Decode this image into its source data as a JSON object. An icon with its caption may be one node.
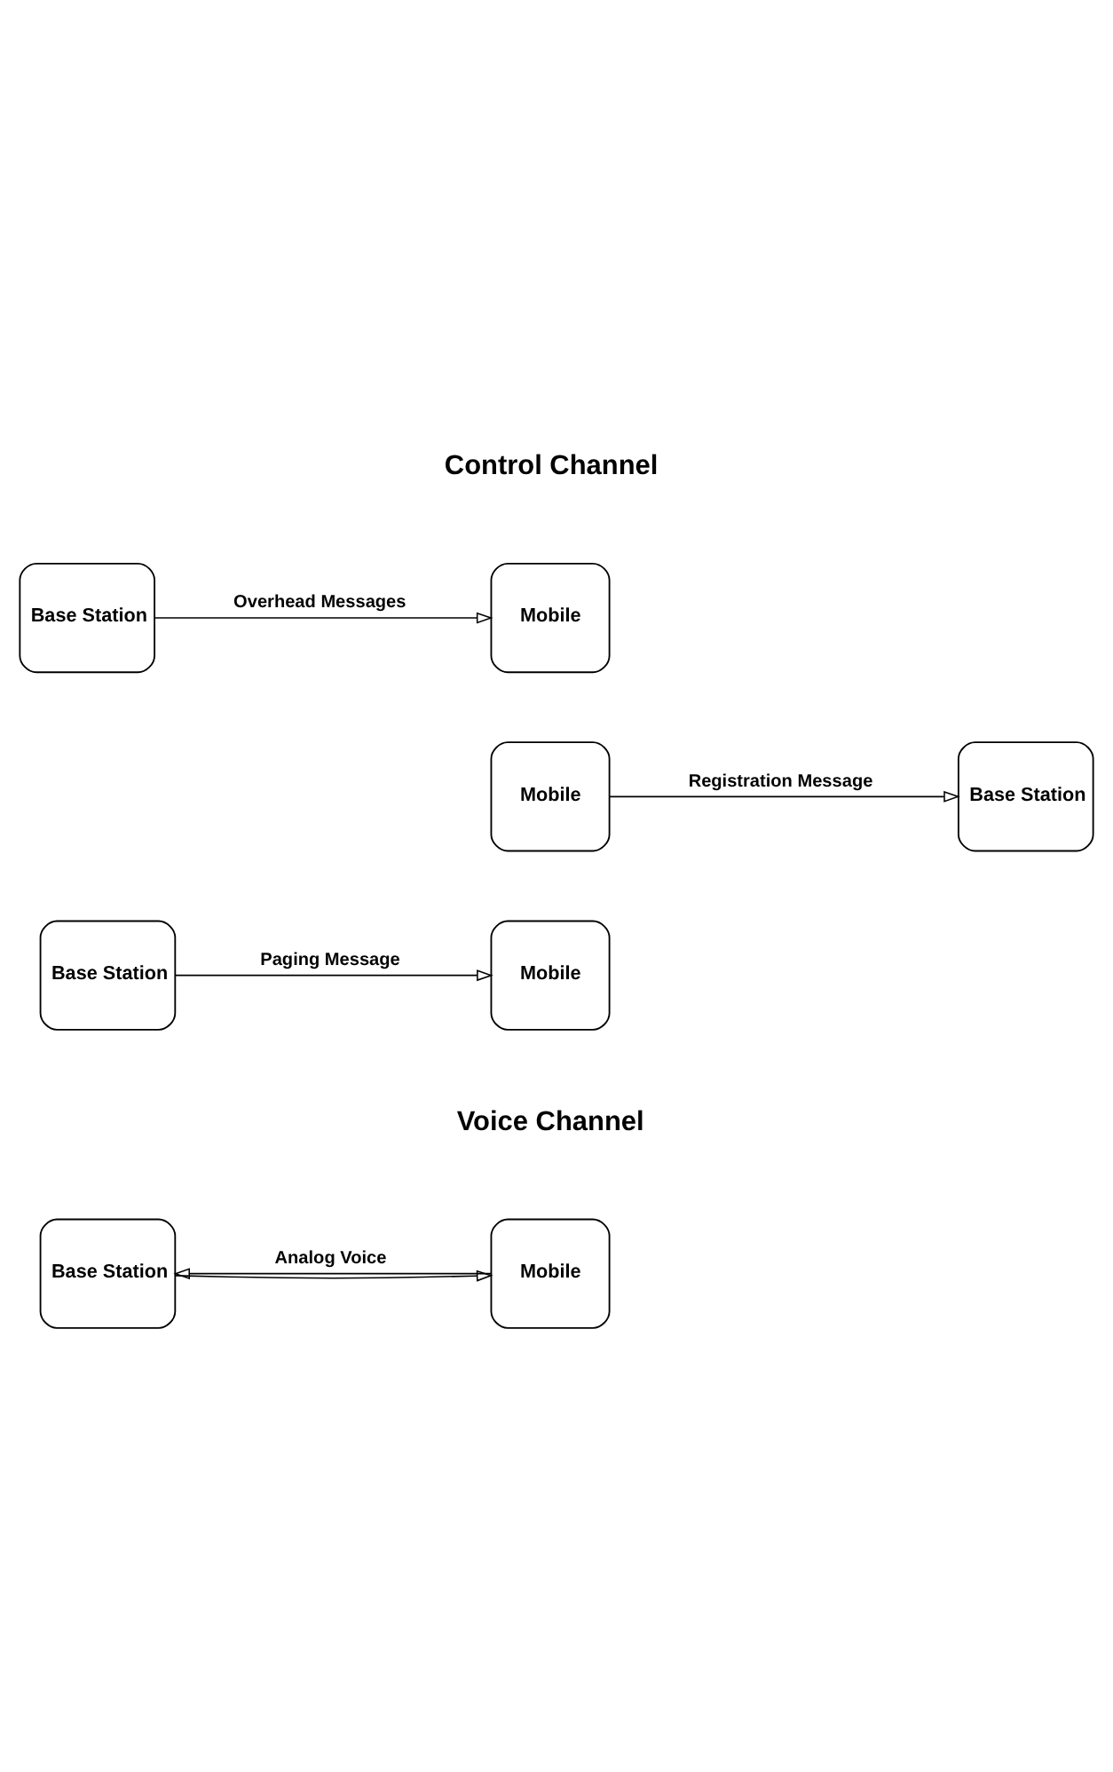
{
  "diagram": {
    "nodes": [
      {
        "text": [
          "Mobile"
        ]
      },
      {
        "text": [
          "Base Station"
        ]
      },
      {
        "text": [
          "Mobile"
        ]
      },
      {
        "text": [
          "Base Station"
        ]
      },
      {
        "text": [
          "Mobile"
        ]
      },
      {
        "text": [
          "Base Station"
        ]
      },
      {
        "text": [
          "Mobile"
        ]
      },
      {
        "text": [
          "Base Station"
        ]
      }
    ],
    "edges": [
      {
        "from": 1,
        "to": 0,
        "arrow": "to",
        "label": "Overhead Messages"
      },
      {
        "from": 2,
        "to": 3,
        "arrow": "to",
        "label": "Registration Message"
      },
      {
        "from": 5,
        "to": 4,
        "arrow": "to",
        "label": "Paging Message"
      },
      {
        "from": 7,
        "to": 6,
        "arrow": "to"
      },
      {
        "from": 6,
        "to": 7,
        "arrow": "to",
        "label": "Analog Voice"
      }
    ],
    "labels": [
      "Control Channel",
      "Voice Channel"
    ]
  }
}
